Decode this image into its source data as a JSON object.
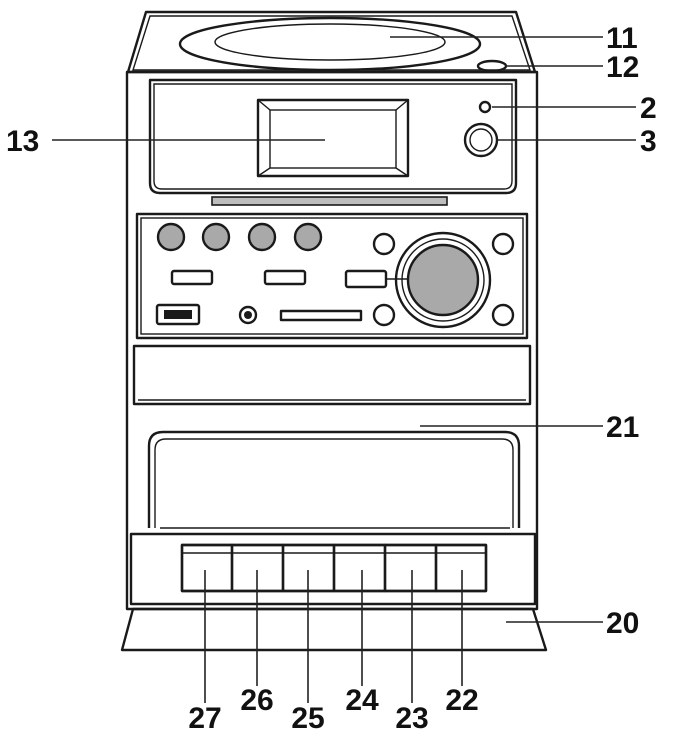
{
  "colors": {
    "line": "#1a1a1a",
    "body": "#ffffff",
    "knob": "#a9a9a9",
    "text": "#111111"
  },
  "callouts": {
    "c11": "11",
    "c12": "12",
    "c2": "2",
    "c3": "3",
    "c13": "13",
    "c21": "21",
    "c20": "20",
    "c27": "27",
    "c26": "26",
    "c25": "25",
    "c24": "24",
    "c23": "23",
    "c22": "22"
  },
  "icons": {
    "cd_lid": "cd-lid-icon",
    "volume_knob": "volume-knob-icon",
    "usb_port": "usb-port-icon"
  }
}
